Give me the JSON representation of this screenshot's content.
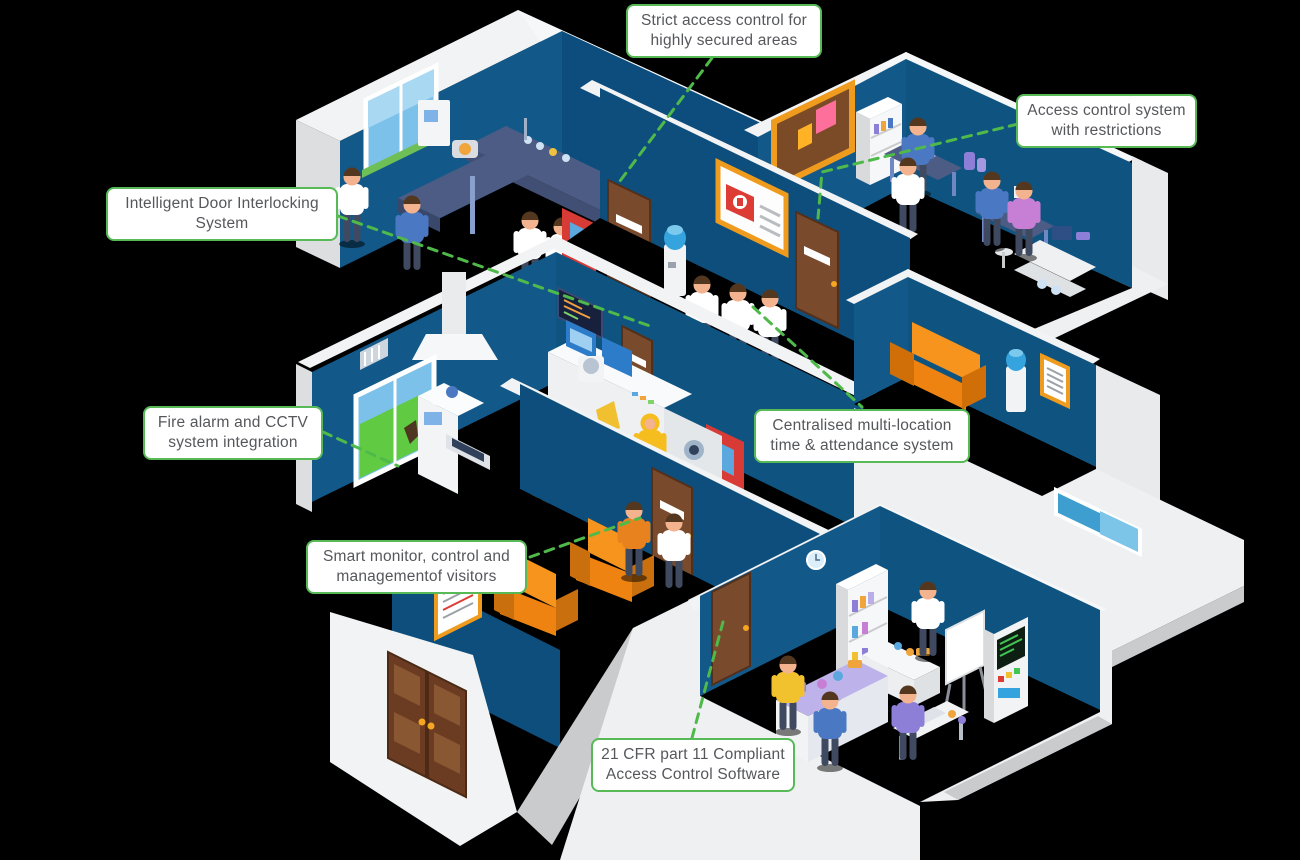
{
  "diagram_title": "Laboratory access control isometric infographic",
  "callouts": {
    "strict_access": {
      "line1": "Strict access control for",
      "line2": "highly secured areas"
    },
    "access_restrictions": {
      "line1": "Access control system",
      "line2": "with restrictions"
    },
    "door_interlocking": {
      "line1": "Intelligent Door Interlocking",
      "line2": "System"
    },
    "fire_cctv": {
      "line1": "Fire alarm and CCTV",
      "line2": "system integration"
    },
    "time_attendance": {
      "line1": "Centralised multi-location",
      "line2": "time & attendance system"
    },
    "visitor_management": {
      "line1": "Smart monitor, control and",
      "line2": "managementof visitors"
    },
    "cfr_compliance": {
      "line1": "21 CFR part 11 Compliant",
      "line2": "Access Control Software"
    }
  },
  "palette": {
    "background": "#000000",
    "callout_border_green": "#57ba57",
    "connector_green": "#4fb94a",
    "callout_text_gray": "#56575b",
    "wall_blue": "#12598a",
    "wall_blue_dark": "#0e4e7c",
    "wall_white": "#f2f3f4",
    "wall_gray": "#c9cbcd",
    "floor_black": "#000000",
    "door_brown": "#7a4a2c",
    "furniture_orange": "#f7941d",
    "frame_orange": "#ef9b1e",
    "alert_red": "#dd3c34",
    "hazmat_yellow": "#f6bd1e",
    "bench_slate": "#4c5c84",
    "window_blue": "#7cc1ea",
    "grass_green": "#5fca42",
    "knob_gold": "#f5a623"
  },
  "scene_elements": [
    "top-left-laboratory",
    "top-right-laboratory",
    "central-hallway",
    "control-room",
    "waiting-lounge",
    "visitor-corridor",
    "bottom-laboratory",
    "door-icon",
    "double-door-icon",
    "first-aid-board-icon",
    "pinboard-icon",
    "notice-board-icon",
    "water-cooler-icon",
    "fire-extinguisher-cabinet-icon",
    "cctv-display-icon",
    "control-console-icon",
    "lab-bench-icon",
    "lab-cart-icon",
    "shelf-unit-icon",
    "flipchart-icon",
    "terminal-machine-icon",
    "sofa-icon",
    "armchair-icon",
    "window-icon",
    "vent-hood-icon",
    "clock-icon",
    "person-icon"
  ]
}
